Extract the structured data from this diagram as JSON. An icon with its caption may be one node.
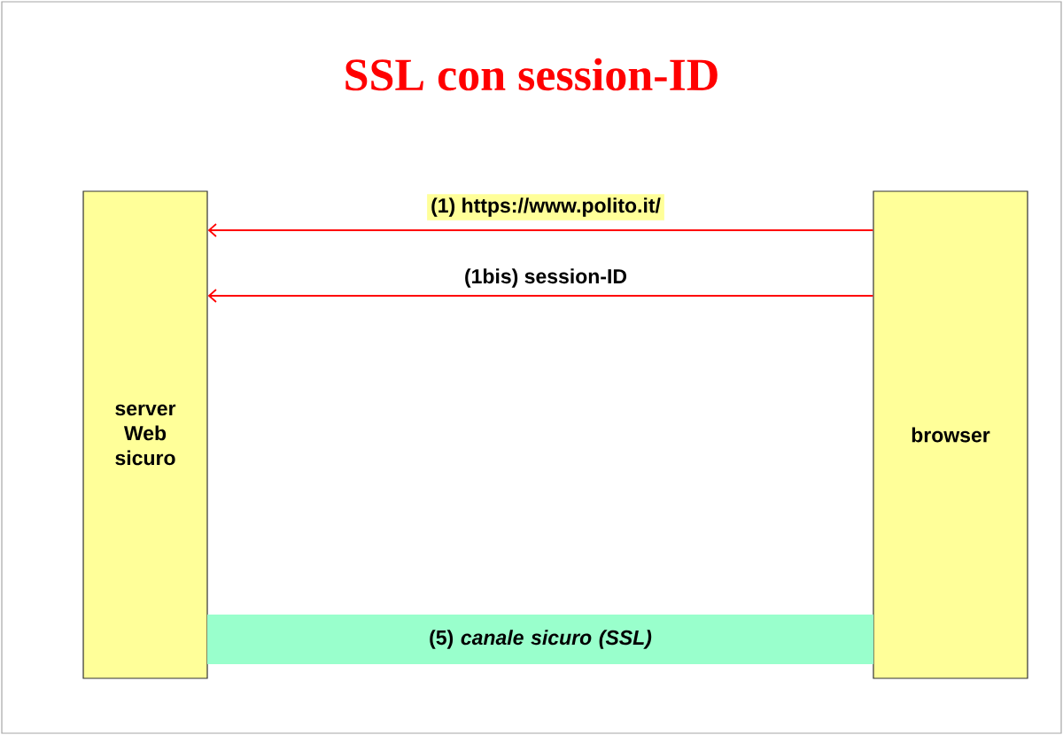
{
  "diagram": {
    "title": "SSL con session-ID",
    "nodes": [
      {
        "text": [
          "server Web sicuro"
        ]
      },
      {
        "text": [
          "browser"
        ]
      },
      {
        "text": [
          "(5) *canale sicuro (SSL)*"
        ]
      }
    ],
    "edges": [
      {
        "from": 1,
        "to": 0,
        "arrow": "to",
        "label": "(1) https://www.polito.it/"
      },
      {
        "from": 1,
        "to": 0,
        "arrow": "to",
        "label": "(1bis) session-ID"
      }
    ]
  }
}
